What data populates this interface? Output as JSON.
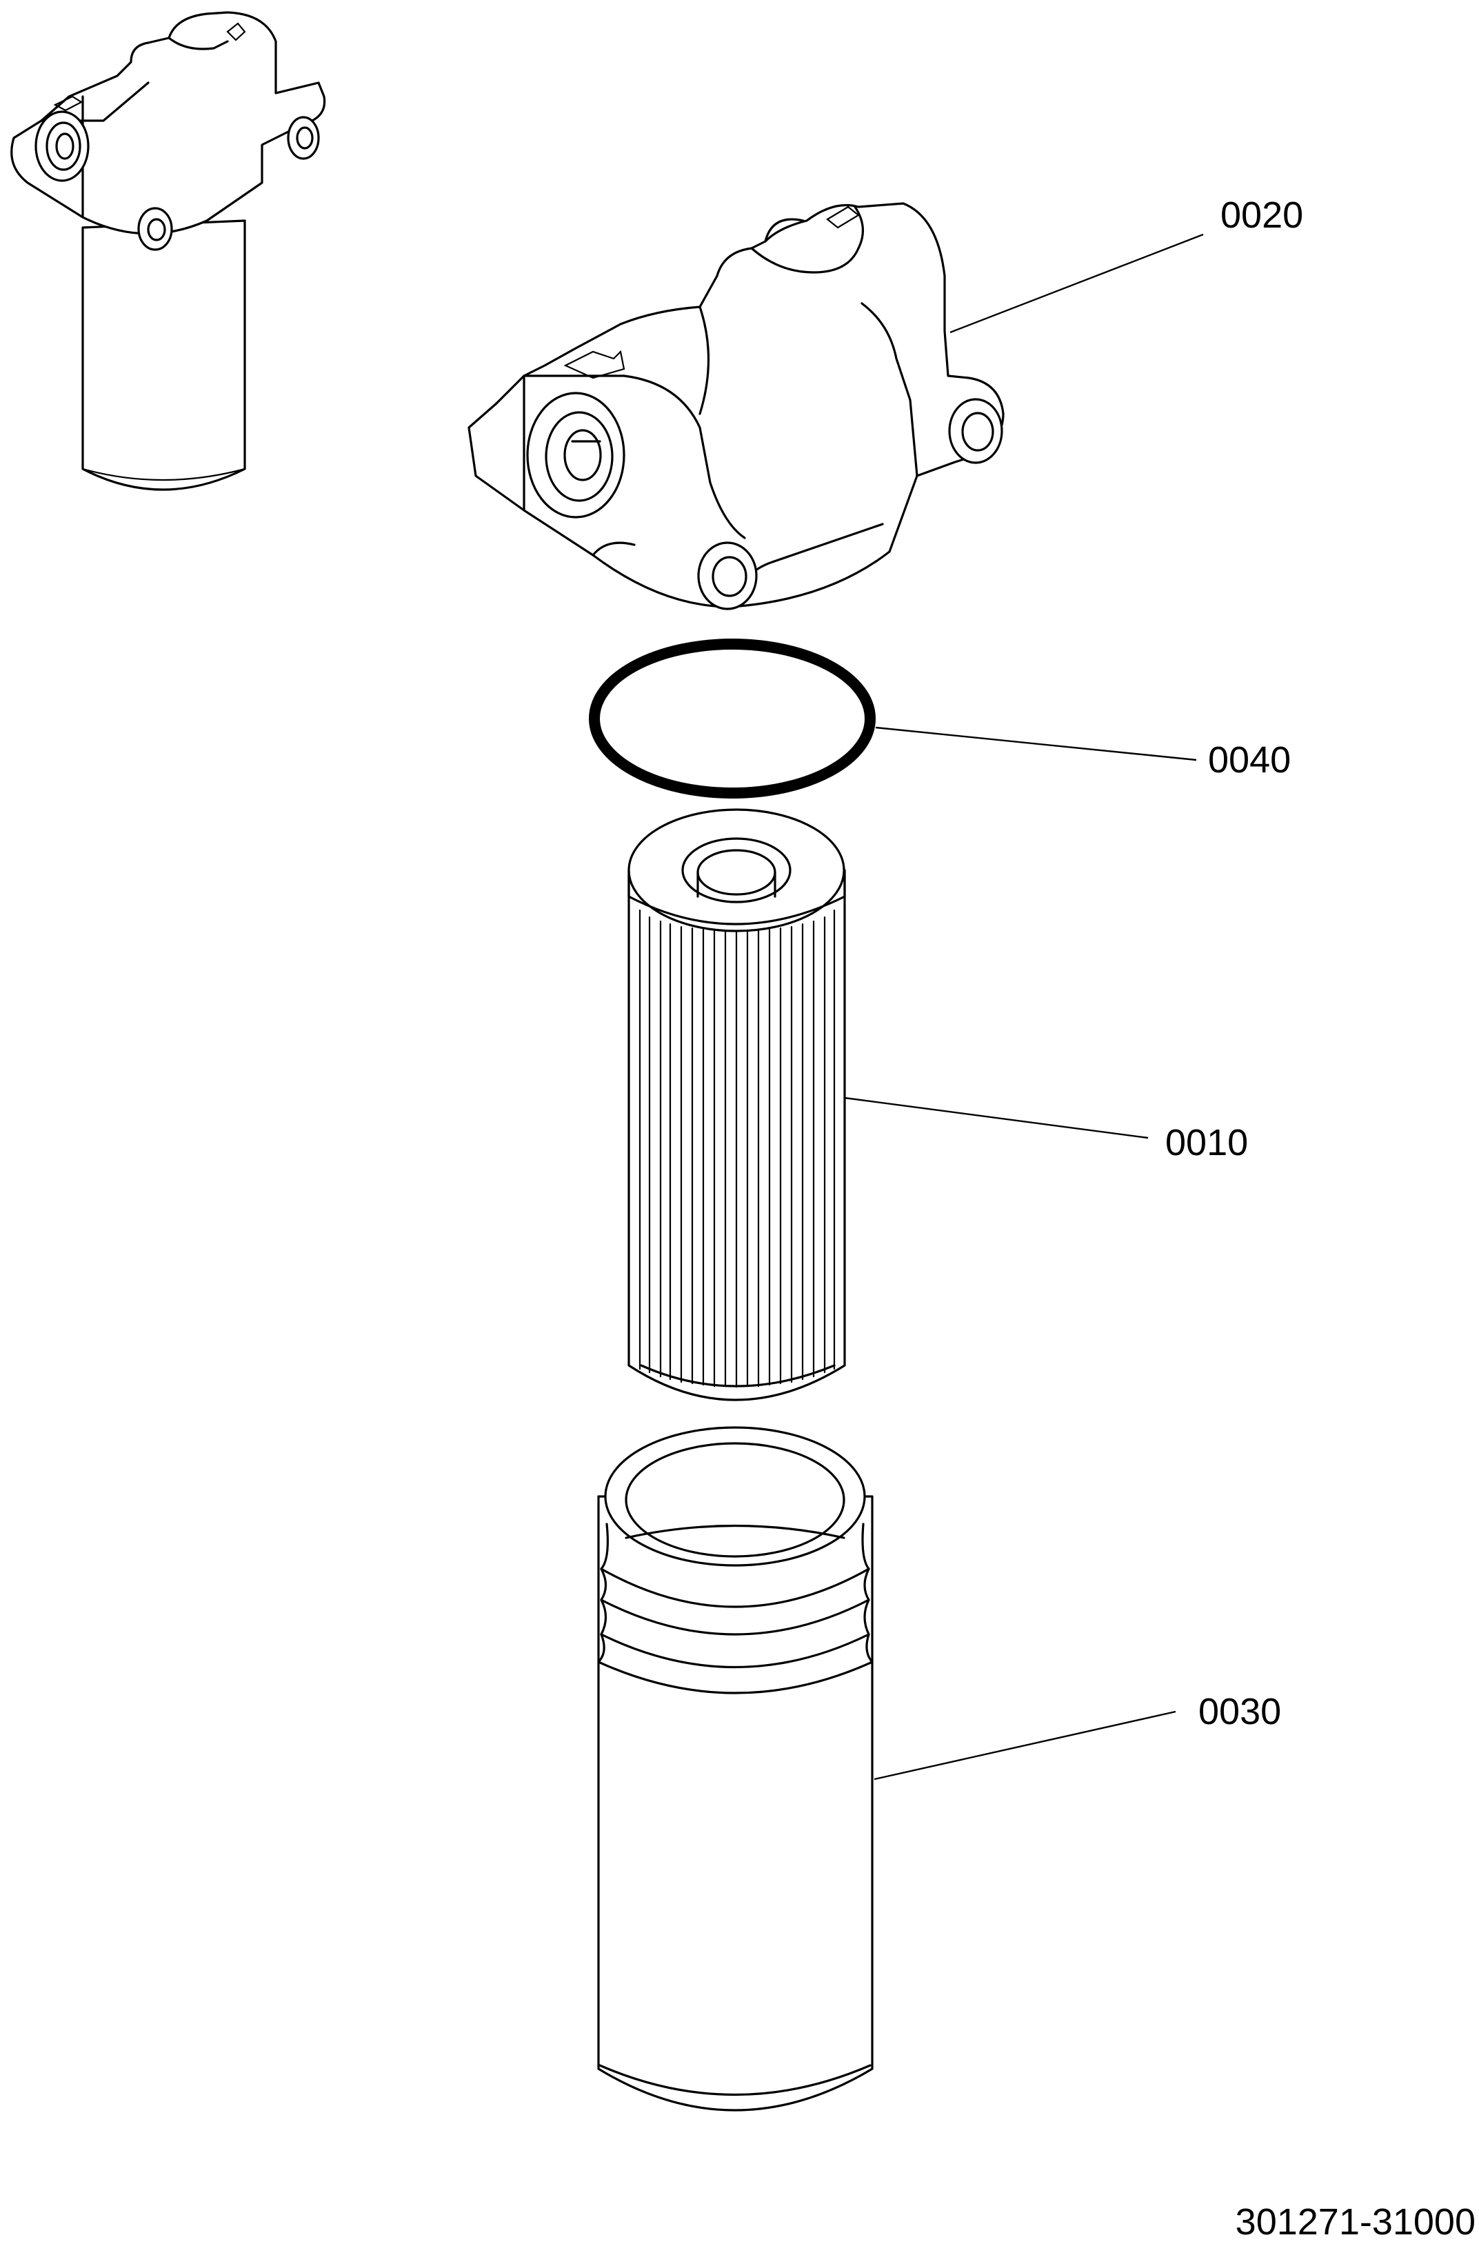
{
  "callouts": [
    {
      "id": "housing-head",
      "label": "0020"
    },
    {
      "id": "o-ring",
      "label": "0040"
    },
    {
      "id": "filter-element",
      "label": "0010"
    },
    {
      "id": "filter-bowl",
      "label": "0030"
    }
  ],
  "drawing_number": "301271-31000"
}
